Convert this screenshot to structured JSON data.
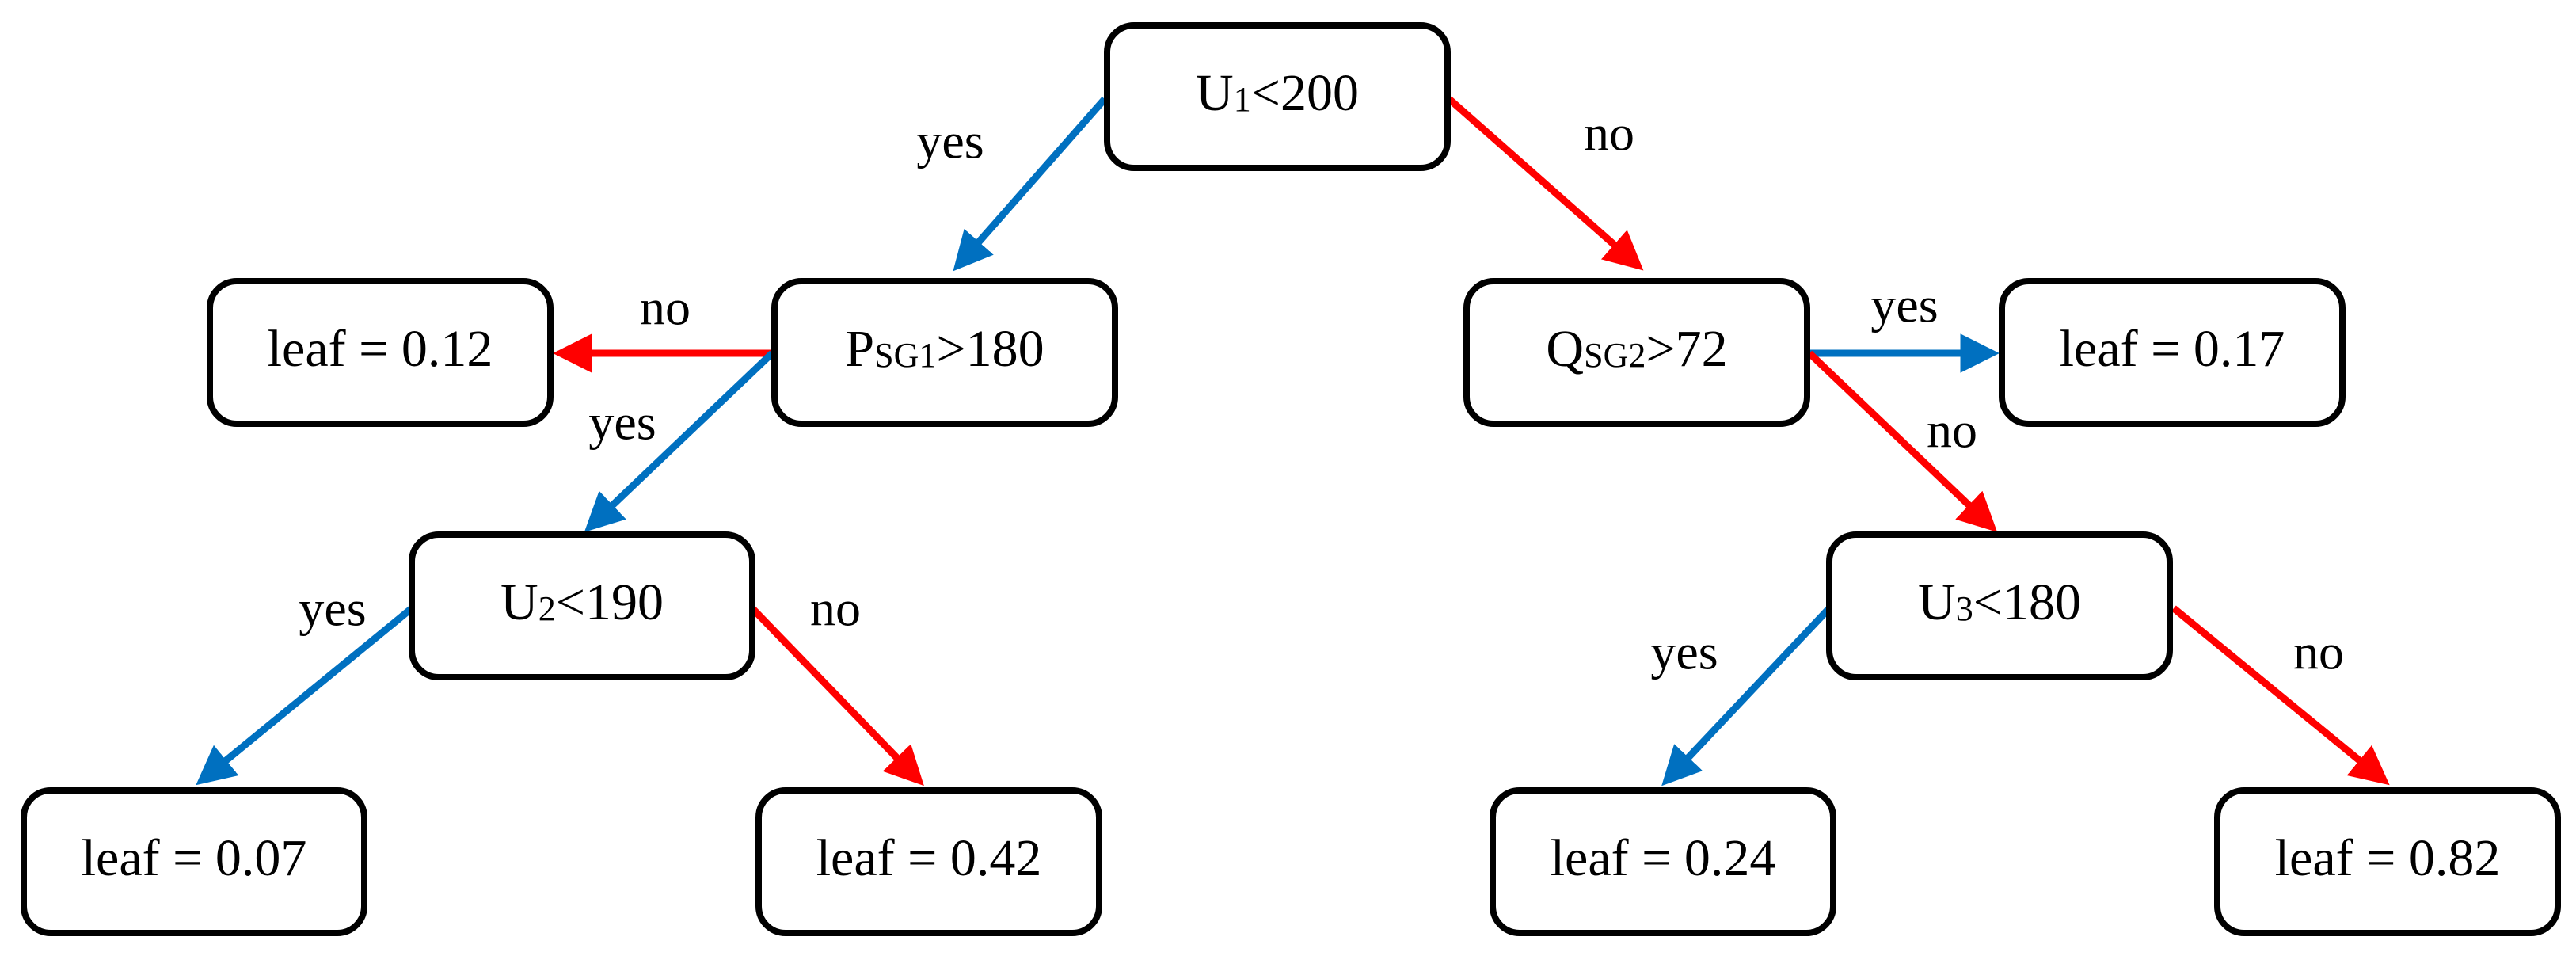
{
  "colors": {
    "yes": "#0070C0",
    "no": "#FF0000",
    "border": "#000000"
  },
  "nodes": {
    "n0": {
      "var": "U",
      "sub": "1",
      "op": "<200"
    },
    "n1": {
      "var": "P",
      "sub": "SG1",
      "op": ">180"
    },
    "n2": {
      "var": "Q",
      "sub": "SG2",
      "op": ">72"
    },
    "n3": {
      "text": "leaf = 0.12"
    },
    "n4": {
      "var": "U",
      "sub": "2",
      "op": "<190"
    },
    "n5": {
      "text": "leaf = 0.17"
    },
    "n6": {
      "var": "U",
      "sub": "3",
      "op": "<180"
    },
    "n7": {
      "text": "leaf = 0.07"
    },
    "n8": {
      "text": "leaf = 0.42"
    },
    "n9": {
      "text": "leaf = 0.24"
    },
    "n10": {
      "text": "leaf = 0.82"
    }
  },
  "edges": {
    "e1": {
      "label": "yes",
      "branch": "yes"
    },
    "e2": {
      "label": "no",
      "branch": "no"
    },
    "e3": {
      "label": "no",
      "branch": "no"
    },
    "e4": {
      "label": "yes",
      "branch": "yes"
    },
    "e5": {
      "label": "yes",
      "branch": "yes"
    },
    "e6": {
      "label": "no",
      "branch": "no"
    },
    "e7": {
      "label": "yes",
      "branch": "yes"
    },
    "e8": {
      "label": "no",
      "branch": "no"
    },
    "e9": {
      "label": "yes",
      "branch": "yes"
    },
    "e10": {
      "label": "no",
      "branch": "no"
    }
  }
}
